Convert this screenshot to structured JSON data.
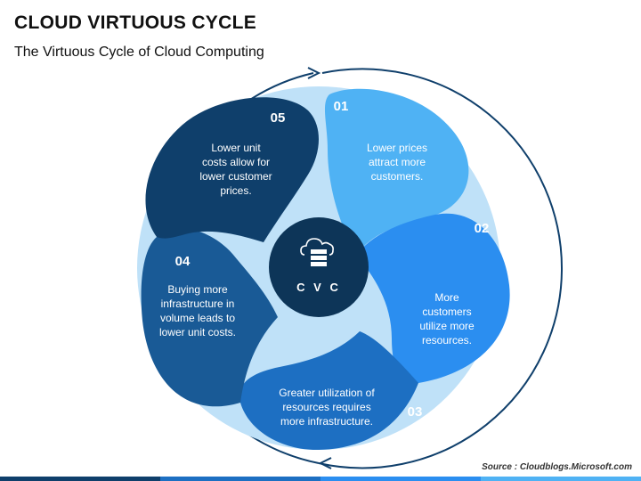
{
  "header": {
    "title": "CLOUD VIRTUOUS CYCLE",
    "subtitle": "The Virtuous Cycle of Cloud Computing"
  },
  "center": {
    "label": "C V C",
    "icon": "cloud-server-icon",
    "color": "#0d3558"
  },
  "segments": [
    {
      "number": "01",
      "lines": [
        "Lower prices",
        "attract more",
        "customers."
      ],
      "color": "#4fb2f4"
    },
    {
      "number": "02",
      "lines": [
        "More",
        "customers",
        "utilize more",
        "resources."
      ],
      "color": "#2b8ef0"
    },
    {
      "number": "03",
      "lines": [
        "Greater utilization of",
        "resources requires",
        "more infrastructure."
      ],
      "color": "#1d6fc2"
    },
    {
      "number": "04",
      "lines": [
        "Buying more",
        "infrastructure in",
        "volume leads to",
        "lower unit costs."
      ],
      "color": "#195a96"
    },
    {
      "number": "05",
      "lines": [
        "Lower unit",
        "costs allow for",
        "lower customer",
        "prices."
      ],
      "color": "#0f3f6b"
    }
  ],
  "colors": {
    "ring": "#0f3f6b",
    "inner_disc": "#bfe1f8"
  },
  "footer": {
    "source": "Source : Cloudblogs.Microsoft.com",
    "bar_colors": [
      "#0f3f6b",
      "#1d6fc2",
      "#2b8ef0",
      "#4fb2f4"
    ]
  }
}
